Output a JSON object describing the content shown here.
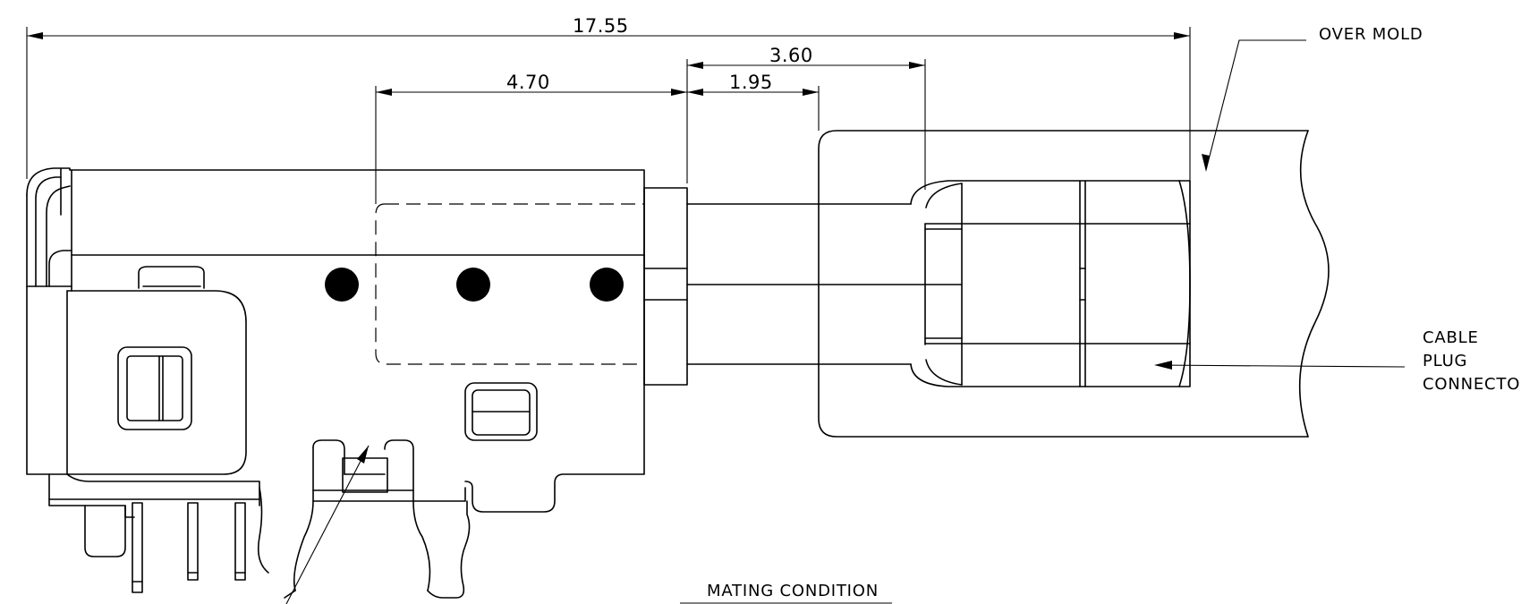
{
  "dimensions": {
    "overall": "17.55",
    "recess": "3.60",
    "front": "4.70",
    "step": "1.95"
  },
  "labels": {
    "over_mold": "OVER MOLD",
    "cable_line1": "CABLE",
    "cable_line2": "PLUG",
    "cable_line3": "CONNECTOR",
    "mating_condition": "MATING CONDITION"
  }
}
